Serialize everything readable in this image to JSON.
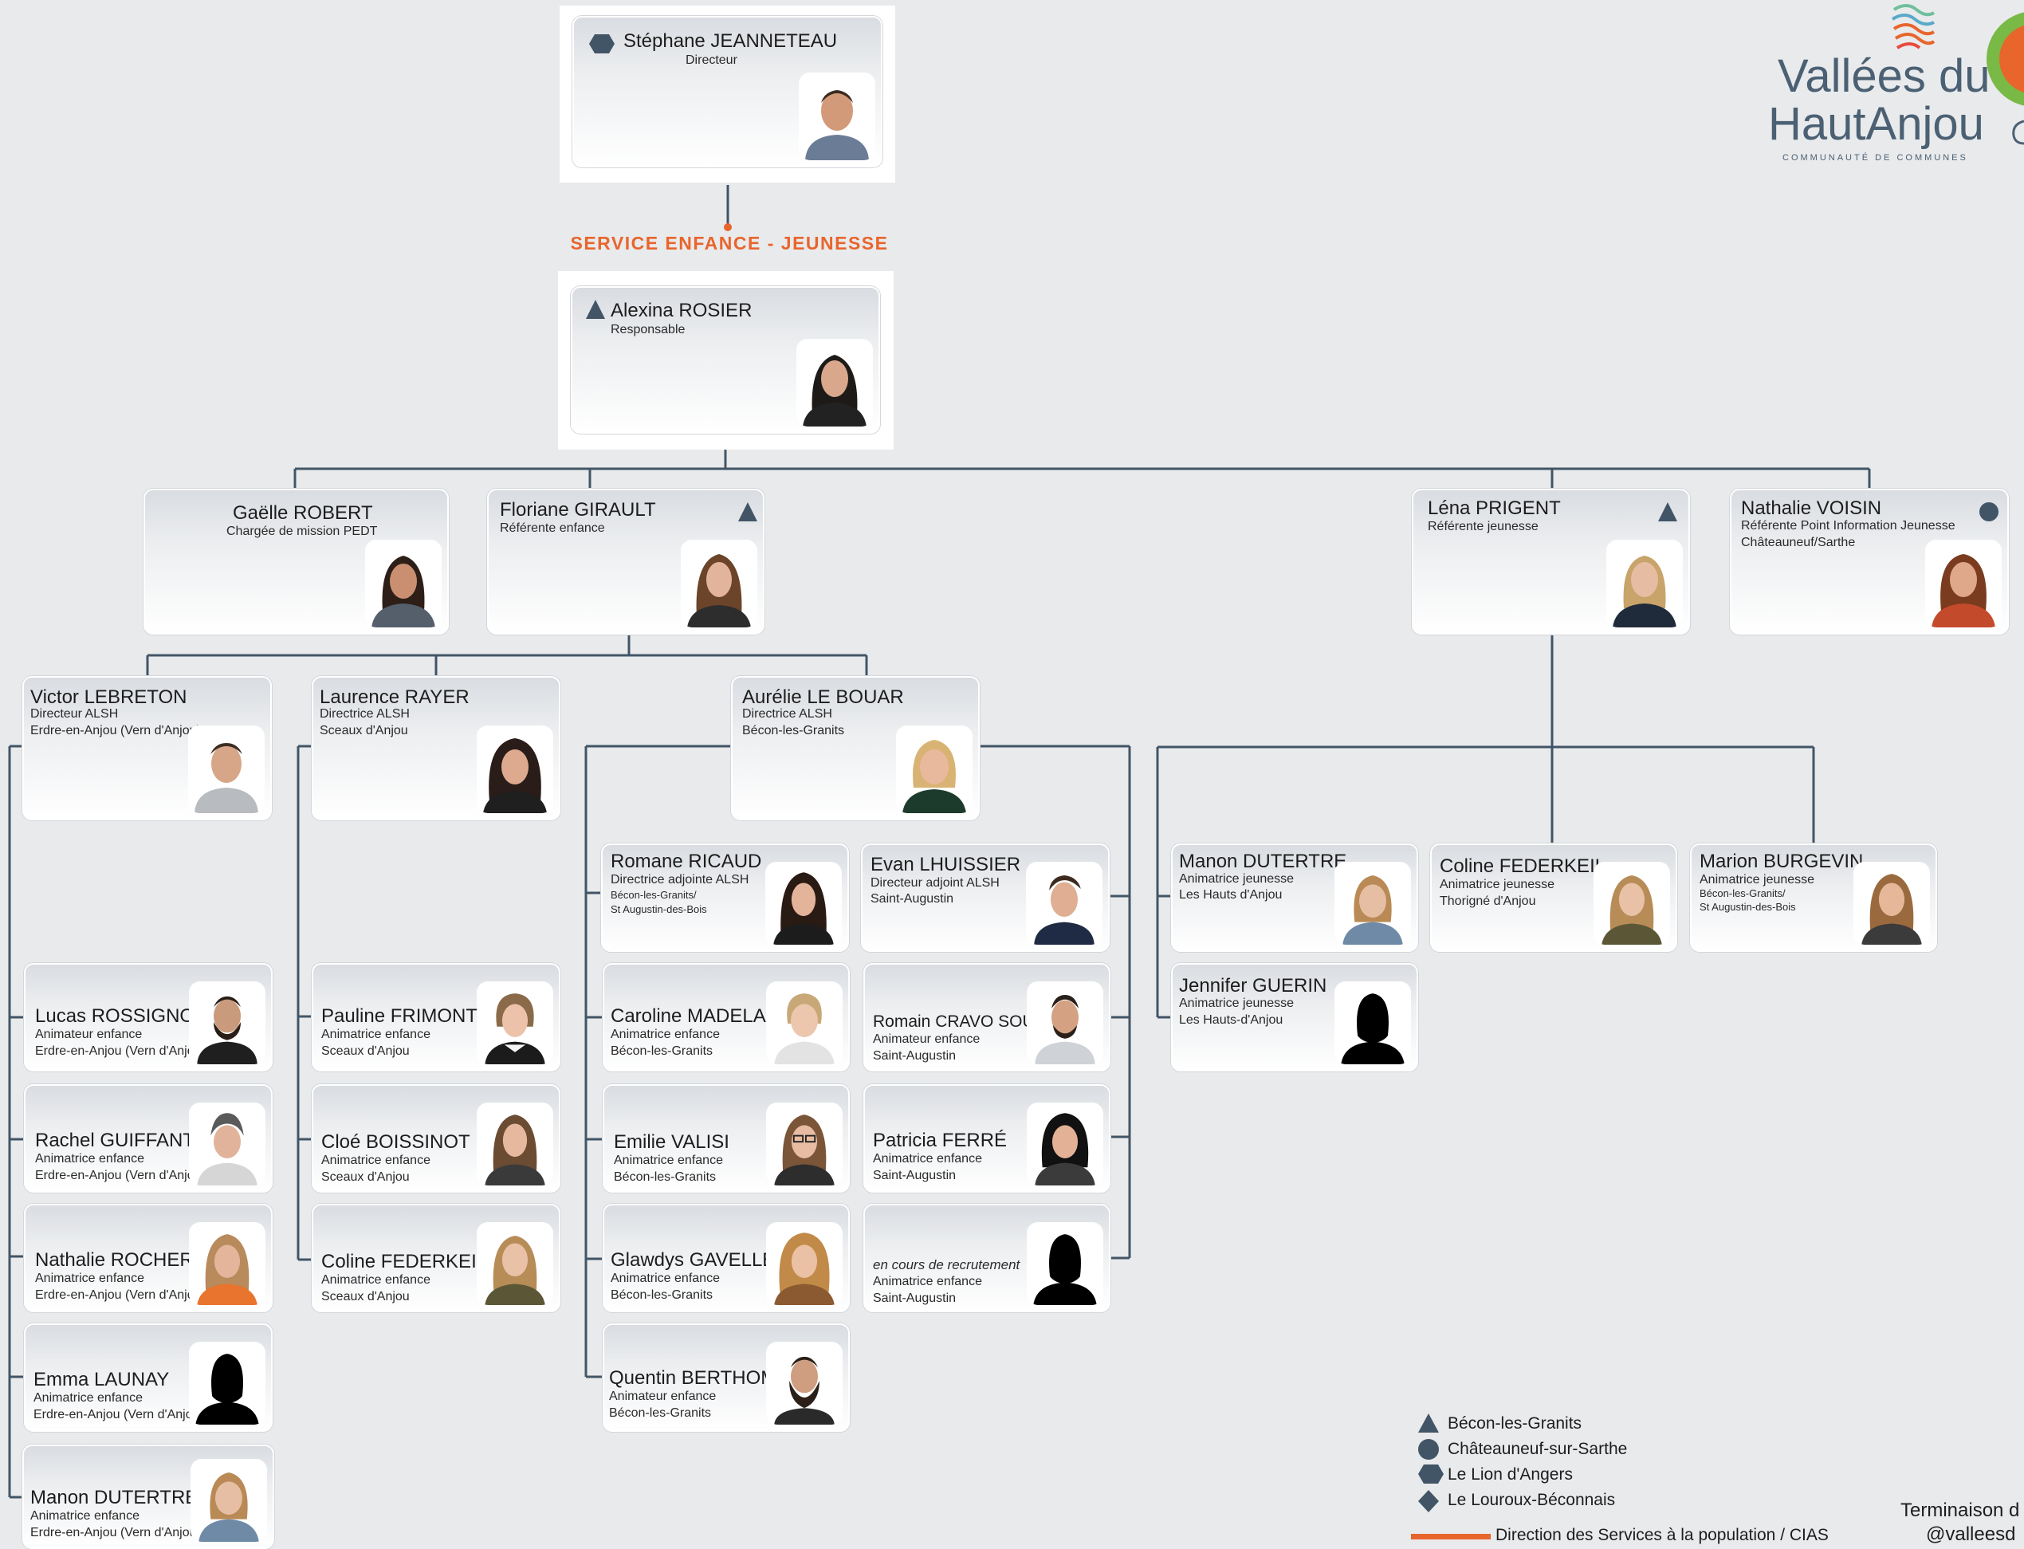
{
  "service_title": "SERVICE ENFANCE - JEUNESSE",
  "brand": {
    "logo_line1": "Vallées du",
    "logo_line2": "HautAnjou",
    "logo_line3": "COMMUNAUTÉ DE COMMUNES",
    "accent": "#e8652c",
    "line_color": "#415566"
  },
  "legend": {
    "items": [
      {
        "icon": "triangle-icon",
        "label": "Bécon-les-Granits"
      },
      {
        "icon": "circle-icon",
        "label": "Châteauneuf-sur-Sarthe"
      },
      {
        "icon": "hexagon-icon",
        "label": "Le Lion d'Angers"
      },
      {
        "icon": "diamond-icon",
        "label": "Le Louroux-Béconnais"
      }
    ],
    "line_label": "Direction des Services à la population / CIAS"
  },
  "footer": {
    "line1": "Terminaison d",
    "line2": "@valleesd"
  },
  "people": {
    "director": {
      "name": "Stéphane JEANNETEAU",
      "role": "Directeur",
      "marker": "hexagon-icon"
    },
    "manager": {
      "name": "Alexina ROSIER",
      "role": "Responsable",
      "marker": "triangle-icon"
    },
    "gaelle": {
      "name": "Gaëlle ROBERT",
      "role": "Chargée de mission PEDT"
    },
    "floriane": {
      "name": "Floriane GIRAULT",
      "role": "Référente enfance",
      "marker": "triangle-icon"
    },
    "lena": {
      "name": "Léna PRIGENT",
      "role": "Référente jeunesse",
      "marker": "triangle-icon"
    },
    "nathalie_v": {
      "name": "Nathalie VOISIN",
      "role": "Référente Point Information Jeunesse",
      "place": "Châteauneuf/Sarthe",
      "marker": "circle-icon"
    },
    "victor": {
      "name": "Victor LEBRETON",
      "role": "Directeur ALSH",
      "place": "Erdre-en-Anjou (Vern d'Anjou)"
    },
    "laurence": {
      "name": "Laurence RAYER",
      "role": "Directrice ALSH",
      "place": "Sceaux d'Anjou"
    },
    "aurelie": {
      "name": "Aurélie LE BOUAR",
      "role": "Directrice ALSH",
      "place": "Bécon-les-Granits"
    },
    "romane": {
      "name": "Romane RICAUD",
      "role": "Directrice adjointe ALSH",
      "place": "Bécon-les-Granits/",
      "place2": "St Augustin-des-Bois"
    },
    "evan": {
      "name": "Evan LHUISSIER",
      "role": "Directeur adjoint ALSH",
      "place": "Saint-Augustin"
    },
    "manon_d_j": {
      "name": "Manon DUTERTRE",
      "role": "Animatrice jeunesse",
      "place": "Les Hauts d'Anjou"
    },
    "coline_f_j": {
      "name": "Coline FEDERKEIL",
      "role": "Animatrice jeunesse",
      "place": "Thorigné d'Anjou"
    },
    "marion": {
      "name": "Marion BURGEVIN",
      "role": "Animatrice jeunesse",
      "place": "Bécon-les-Granits/",
      "place2": "St Augustin-des-Bois"
    },
    "jennifer": {
      "name": "Jennifer GUERIN",
      "role": "Animatrice jeunesse",
      "place": "Les Hauts-d'Anjou"
    },
    "lucas": {
      "name": "Lucas ROSSIGNOL",
      "role": "Animateur enfance",
      "place": "Erdre-en-Anjou (Vern d'Anjou)"
    },
    "rachel": {
      "name": "Rachel GUIFFANT",
      "role": "Animatrice enfance",
      "place": "Erdre-en-Anjou (Vern d'Anjou)"
    },
    "nathalie_r": {
      "name": "Nathalie ROCHER",
      "role": "Animatrice enfance",
      "place": "Erdre-en-Anjou (Vern d'Anjou)"
    },
    "emma": {
      "name": "Emma LAUNAY",
      "role": "Animatrice enfance",
      "place": "Erdre-en-Anjou (Vern d'Anjou)"
    },
    "manon_d_e": {
      "name": "Manon DUTERTRE",
      "role": "Animatrice enfance",
      "place": "Erdre-en-Anjou (Vern d'Anjou)"
    },
    "pauline": {
      "name": "Pauline FRIMONT",
      "role": "Animatrice enfance",
      "place": "Sceaux d'Anjou"
    },
    "cloe": {
      "name": "Cloé BOISSINOT",
      "role": "Animatrice enfance",
      "place": "Sceaux d'Anjou"
    },
    "coline_f_e": {
      "name": "Coline FEDERKEIL",
      "role": "Animatrice enfance",
      "place": "Sceaux d'Anjou"
    },
    "caroline": {
      "name": "Caroline MADELAINE",
      "role": "Animatrice enfance",
      "place": "Bécon-les-Granits"
    },
    "romain": {
      "name": "Romain CRAVO SOUZA",
      "role": "Animateur enfance",
      "place": "Saint-Augustin"
    },
    "emilie": {
      "name": "Emilie VALISI",
      "role": "Animatrice enfance",
      "place": "Bécon-les-Granits"
    },
    "patricia": {
      "name": "Patricia FERRÉ",
      "role": "Animatrice enfance",
      "place": "Saint-Augustin"
    },
    "glawdys": {
      "name": "Glawdys GAVELLE",
      "role": "Animatrice enfance",
      "place": "Bécon-les-Granits"
    },
    "recrutement": {
      "name": "en cours de recrutement",
      "role": "Animatrice enfance",
      "place": "Saint-Augustin"
    },
    "quentin": {
      "name": "Quentin BERTHOMÉ",
      "role": "Animateur enfance",
      "place": "Bécon-les-Granits"
    }
  }
}
